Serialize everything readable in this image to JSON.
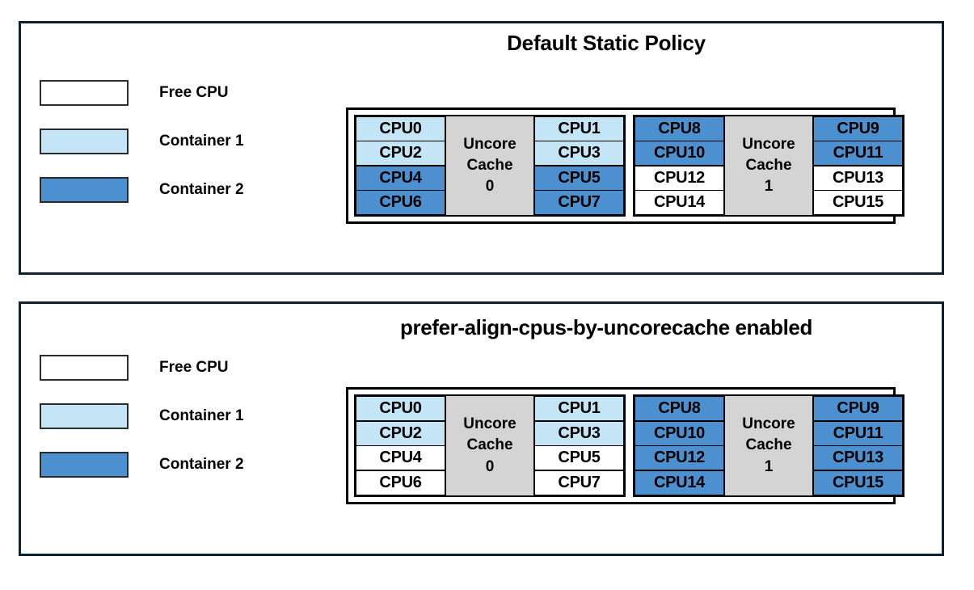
{
  "panels": [
    {
      "id": "default",
      "title": "Default Static Policy",
      "legend": [
        {
          "label": "Free CPU",
          "color": "#ffffff"
        },
        {
          "label": "Container 1",
          "color": "#c3e5f5"
        },
        {
          "label": "Container 2",
          "color": "#4d90d0"
        }
      ],
      "groups": [
        {
          "cache_name": "Uncore",
          "cache_sub": "Cache",
          "cache_id": "0",
          "left": [
            {
              "label": "CPU0",
              "state": "container1"
            },
            {
              "label": "CPU2",
              "state": "container1"
            },
            {
              "label": "CPU4",
              "state": "container2"
            },
            {
              "label": "CPU6",
              "state": "container2"
            }
          ],
          "right": [
            {
              "label": "CPU1",
              "state": "container1"
            },
            {
              "label": "CPU3",
              "state": "container1"
            },
            {
              "label": "CPU5",
              "state": "container2"
            },
            {
              "label": "CPU7",
              "state": "container2"
            }
          ]
        },
        {
          "cache_name": "Uncore",
          "cache_sub": "Cache",
          "cache_id": "1",
          "left": [
            {
              "label": "CPU8",
              "state": "container2"
            },
            {
              "label": "CPU10",
              "state": "container2"
            },
            {
              "label": "CPU12",
              "state": "free"
            },
            {
              "label": "CPU14",
              "state": "free"
            }
          ],
          "right": [
            {
              "label": "CPU9",
              "state": "container2"
            },
            {
              "label": "CPU11",
              "state": "container2"
            },
            {
              "label": "CPU13",
              "state": "free"
            },
            {
              "label": "CPU15",
              "state": "free"
            }
          ]
        }
      ]
    },
    {
      "id": "prefer",
      "title": "prefer-align-cpus-by-uncorecache enabled",
      "legend": [
        {
          "label": "Free CPU",
          "color": "#ffffff"
        },
        {
          "label": "Container 1",
          "color": "#c3e5f5"
        },
        {
          "label": "Container 2",
          "color": "#4d90d0"
        }
      ],
      "groups": [
        {
          "cache_name": "Uncore",
          "cache_sub": "Cache",
          "cache_id": "0",
          "left": [
            {
              "label": "CPU0",
              "state": "container1"
            },
            {
              "label": "CPU2",
              "state": "container1"
            },
            {
              "label": "CPU4",
              "state": "free"
            },
            {
              "label": "CPU6",
              "state": "free"
            }
          ],
          "right": [
            {
              "label": "CPU1",
              "state": "container1"
            },
            {
              "label": "CPU3",
              "state": "container1"
            },
            {
              "label": "CPU5",
              "state": "free"
            },
            {
              "label": "CPU7",
              "state": "free"
            }
          ]
        },
        {
          "cache_name": "Uncore",
          "cache_sub": "Cache",
          "cache_id": "1",
          "left": [
            {
              "label": "CPU8",
              "state": "container2"
            },
            {
              "label": "CPU10",
              "state": "container2"
            },
            {
              "label": "CPU12",
              "state": "container2"
            },
            {
              "label": "CPU14",
              "state": "container2"
            }
          ],
          "right": [
            {
              "label": "CPU9",
              "state": "container2"
            },
            {
              "label": "CPU11",
              "state": "container2"
            },
            {
              "label": "CPU13",
              "state": "container2"
            },
            {
              "label": "CPU15",
              "state": "container2"
            }
          ]
        }
      ]
    }
  ],
  "colors": {
    "free": "#ffffff",
    "container1": "#c3e5f5",
    "container2": "#4d90d0",
    "cache": "#d4d4d4",
    "panel_border": "#0d2230",
    "cell_border": "#000000"
  }
}
